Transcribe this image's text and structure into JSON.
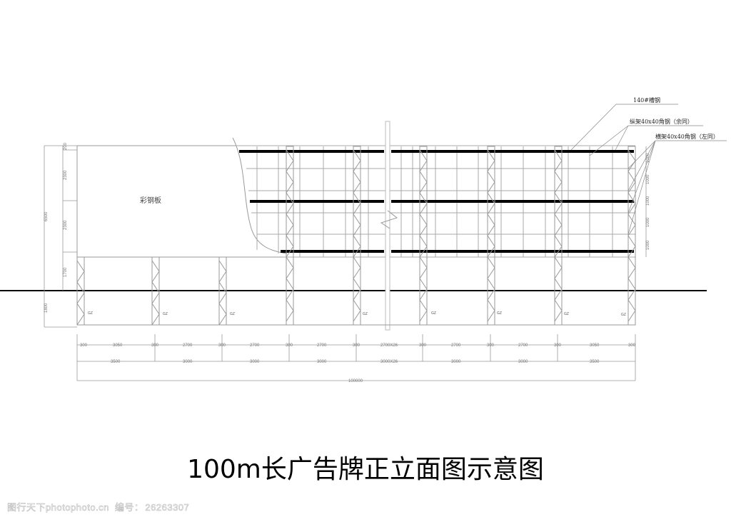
{
  "title": "100m长广告牌正立面图示意图",
  "panel_label": "彩钢板",
  "callouts": [
    {
      "text": "140#槽钢"
    },
    {
      "text": "纵架40x40角钢（余同）"
    },
    {
      "text": "横架40x40角钢（左同）"
    }
  ],
  "left_dimensions": {
    "total": "6500",
    "segments": [
      "200",
      "2300",
      "2300",
      "1700"
    ],
    "below_ground": "1800"
  },
  "right_dimensions": [
    "1000",
    "1000",
    "1000",
    "1000",
    "1000"
  ],
  "bottom_dimensions": {
    "row1": [
      "300",
      "3050",
      "300",
      "2700",
      "300",
      "2700",
      "300",
      "2700",
      "300",
      "2700X26",
      "300",
      "2700",
      "300",
      "2700",
      "300",
      "3050",
      "300"
    ],
    "row2": [
      "3500",
      "3000",
      "3000",
      "3000",
      "3000X26",
      "3000",
      "3000",
      "3500"
    ],
    "total": "100000"
  },
  "column_tag": "GZ",
  "watermark": {
    "site": "图行天下photophoto.cn",
    "id_label": "编号：",
    "id_value": "26263307"
  },
  "colors": {
    "line": "#9a9a9a",
    "channel_steel": "#000000",
    "ground": "#000000"
  }
}
